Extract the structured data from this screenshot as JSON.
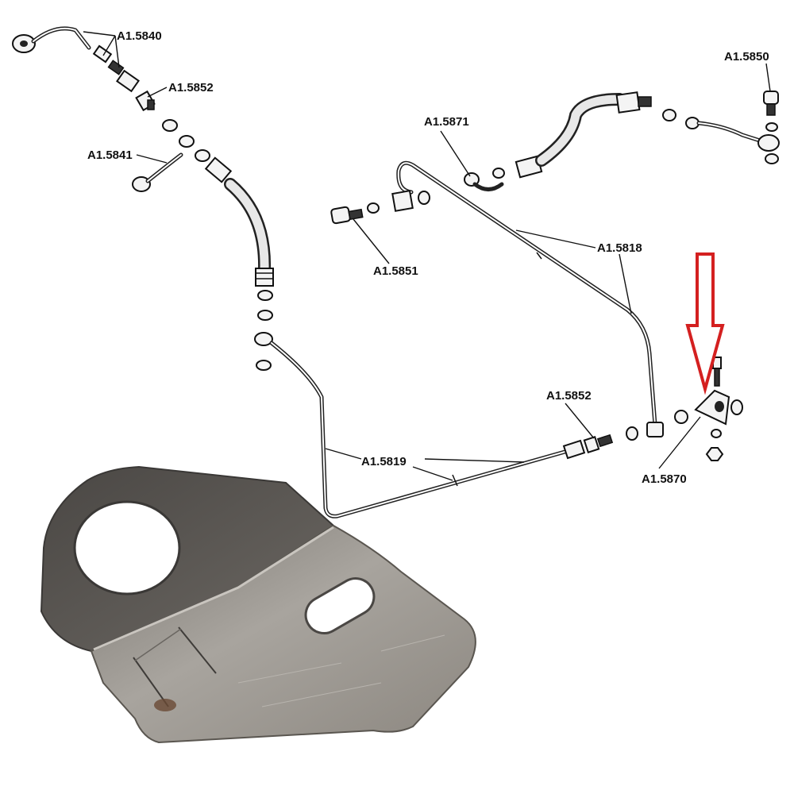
{
  "labels": {
    "a1_5840": "A1.5840",
    "a1_5852_top": "A1.5852",
    "a1_5841": "A1.5841",
    "a1_5871": "A1.5871",
    "a1_5850": "A1.5850",
    "a1_5851": "A1.5851",
    "a1_5818": "A1.5818",
    "a1_5852_bottom": "A1.5852",
    "a1_5819": "A1.5819",
    "a1_5870": "A1.5870"
  },
  "colors": {
    "pointer_arrow": "#d42020",
    "bracket_steel": "#9a9690"
  },
  "highlighted_part": "A1.5870"
}
